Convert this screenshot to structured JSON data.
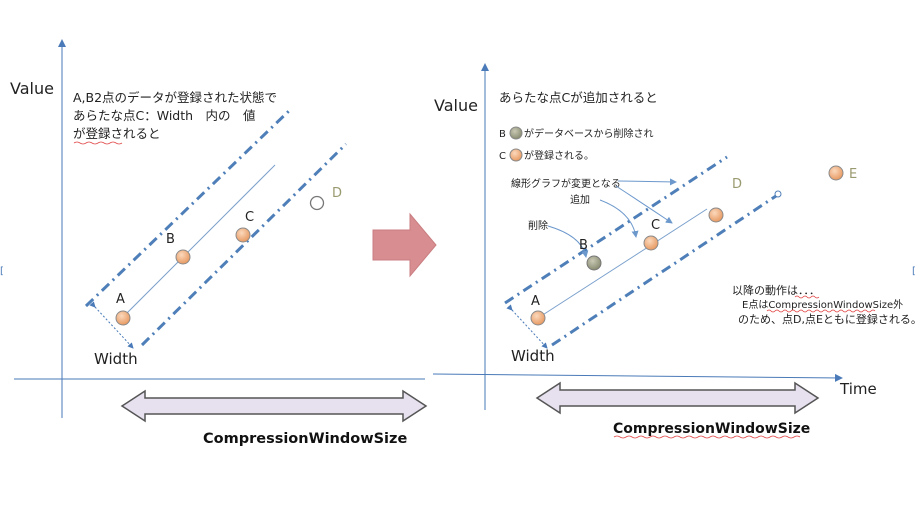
{
  "left": {
    "axis_value_label": "Value",
    "note_line1": "A,B2点のデータが登録された状態で",
    "note_line2": "あらたな点C：Width　内の　値",
    "note_line3": "が登録されると",
    "points": {
      "a": "A",
      "b": "B",
      "c": "C",
      "d": "D"
    },
    "width_label": "Width",
    "window_label": "CompressionWindowSize"
  },
  "right": {
    "axis_value_label": "Value",
    "axis_time_label": "Time",
    "title": "あらたな点Cが追加されると",
    "legend_b_prefix": "B",
    "legend_b_text": "がデータベースから削除され",
    "legend_c_prefix": "C",
    "legend_c_text": "が登録される。",
    "callout_graph_change": "線形グラフが変更となる",
    "callout_add": "追加",
    "callout_delete": "削除",
    "points": {
      "a": "A",
      "b": "B",
      "c": "C",
      "d": "D",
      "e": "E"
    },
    "width_label": "Width",
    "window_label": "CompressionWindowSize",
    "note_line1": "以降の動作は．．．",
    "note_line2": "E点はCompressionWindowSize外",
    "note_line3": "のため、点D,点Eともに登録される。"
  },
  "colors": {
    "axis": "#4a7ab8",
    "band": "#4f7fb8",
    "point_fill": "#f4b183",
    "removed_point_fill": "#a8a890",
    "big_arrow": "#d88e90",
    "window_arrow_fill": "#e6e0ef",
    "window_arrow_stroke": "#555555"
  }
}
